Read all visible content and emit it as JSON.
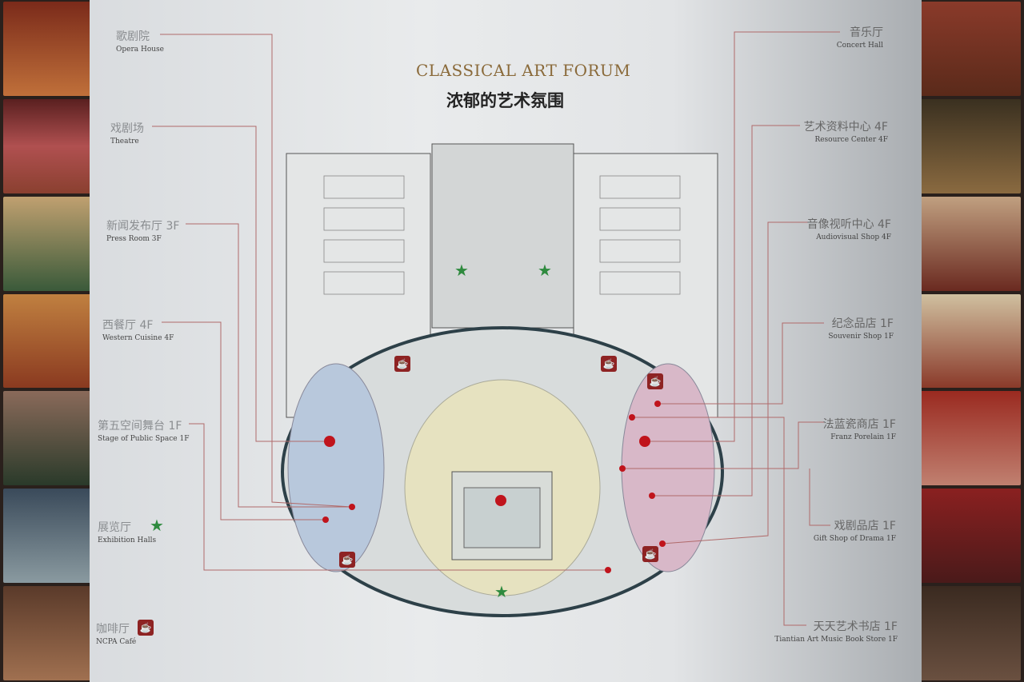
{
  "title": {
    "en": "CLASSICAL ART FORUM",
    "cn": "浓郁的艺术氛围"
  },
  "left_labels": [
    {
      "cn": "歌剧院",
      "en": "Opera House"
    },
    {
      "cn": "戏剧场",
      "en": "Theatre"
    },
    {
      "cn": "新闻发布厅 3F",
      "en": "Press Room 3F"
    },
    {
      "cn": "西餐厅 4F",
      "en": "Western Cuisine 4F"
    },
    {
      "cn": "第五空间舞台 1F",
      "en": "Stage of Public Space 1F"
    },
    {
      "cn": "展览厅",
      "en": "Exhibition Halls",
      "icon": "star-icon"
    },
    {
      "cn": "咖啡厅",
      "en": "NCPA Café",
      "icon": "cafe-icon"
    }
  ],
  "right_labels": [
    {
      "cn": "音乐厅",
      "en": "Concert Hall"
    },
    {
      "cn": "艺术资料中心 4F",
      "en": "Resource Center 4F"
    },
    {
      "cn": "音像视听中心 4F",
      "en": "Audiovisual Shop 4F"
    },
    {
      "cn": "纪念品店 1F",
      "en": "Souvenir Shop 1F"
    },
    {
      "cn": "法蓝瓷商店 1F",
      "en": "Franz Porelain 1F"
    },
    {
      "cn": "戏剧品店 1F",
      "en": "Gift Shop of Drama 1F"
    },
    {
      "cn": "天天艺术书店 1F",
      "en": "Tiantian Art Music Book Store 1F"
    }
  ],
  "colors": {
    "leader_line": "#b06a6a",
    "marker": "#c0141c",
    "star": "#2e8a3e",
    "cafe": "#8e2323"
  }
}
